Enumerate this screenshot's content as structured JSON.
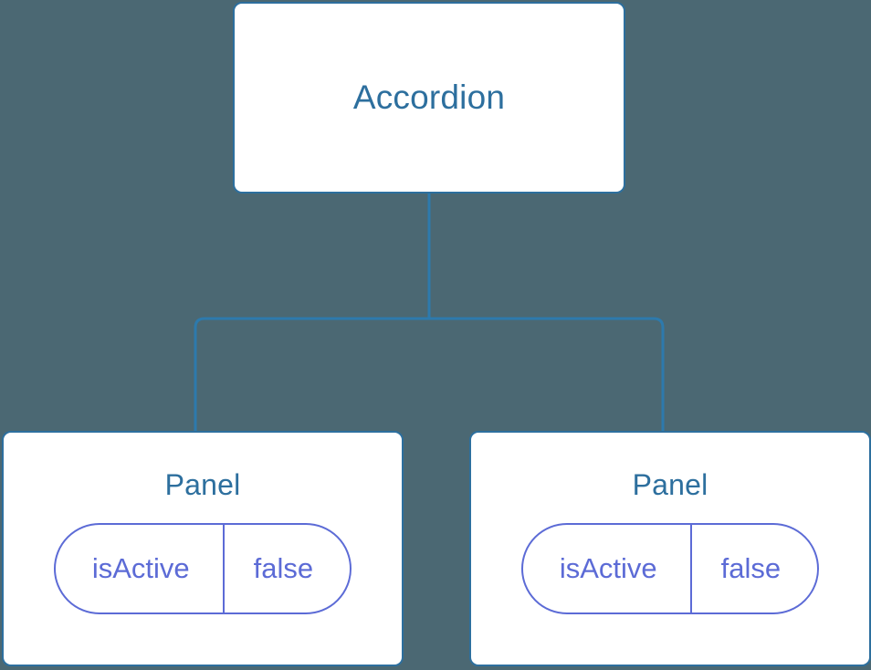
{
  "canvas": {
    "background_color": "#4b6873",
    "node_border_color": "#2d6f9e",
    "node_text_color": "#2d6f9e",
    "node_fill_color": "#ffffff",
    "prop_color": "#5c6bd6",
    "connector_color": "#2d6f9e"
  },
  "tree": {
    "root": {
      "label": "Accordion"
    },
    "children": [
      {
        "label": "Panel",
        "props": [
          {
            "key": "isActive",
            "value": "false"
          }
        ]
      },
      {
        "label": "Panel",
        "props": [
          {
            "key": "isActive",
            "value": "false"
          }
        ]
      }
    ]
  }
}
